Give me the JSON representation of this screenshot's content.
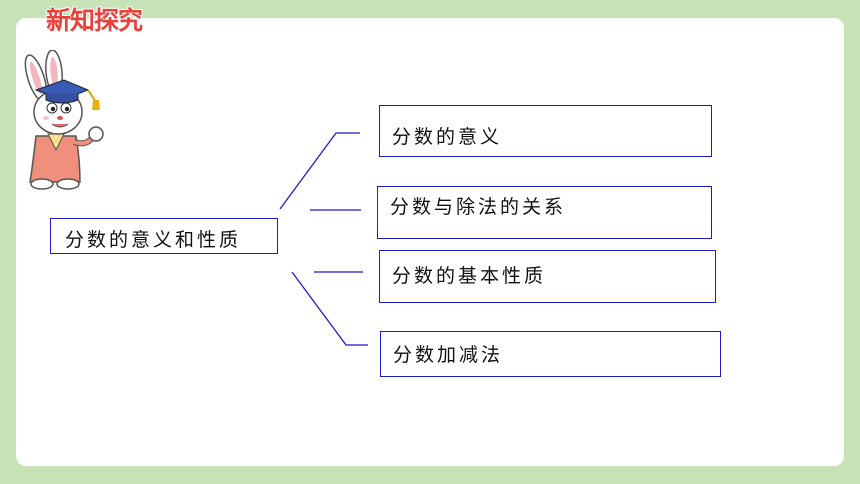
{
  "header": {
    "title": "新知探究"
  },
  "mindmap": {
    "root": "分数的意义和性质",
    "branches": [
      {
        "label": "分数的意义"
      },
      {
        "label": "分数与除法的关系"
      },
      {
        "label": "分数的基本性质"
      },
      {
        "label": "分数加减法"
      }
    ]
  },
  "colors": {
    "background": "#c8e2b8",
    "title": "#e8433b",
    "connector": "#1c1cc8",
    "box_border": "#1c1cc8"
  },
  "mascot": {
    "icon": "rabbit-graduate-icon"
  }
}
